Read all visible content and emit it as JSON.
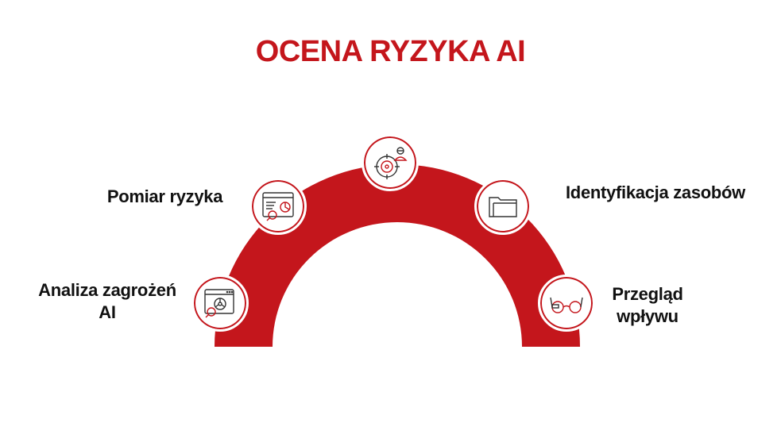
{
  "title": "OCENA RYZYKA AI",
  "colors": {
    "accent": "#c4161c",
    "icon_stroke": "#333333",
    "background": "#ffffff"
  },
  "steps": [
    {
      "label_line1": "Analiza zagrożeń",
      "label_line2": "AI",
      "icon": "browser-biohazard-search-icon"
    },
    {
      "label_line1": "Pomiar ryzyka",
      "label_line2": "",
      "icon": "browser-chart-search-icon"
    },
    {
      "label_line1": "",
      "label_line2": "",
      "icon": "target-hacker-icon"
    },
    {
      "label_line1": "Identyfikacja zasobów",
      "label_line2": "",
      "icon": "folder-icon"
    },
    {
      "label_line1": "Przegląd",
      "label_line2": "wpływu",
      "icon": "glasses-icon"
    }
  ]
}
